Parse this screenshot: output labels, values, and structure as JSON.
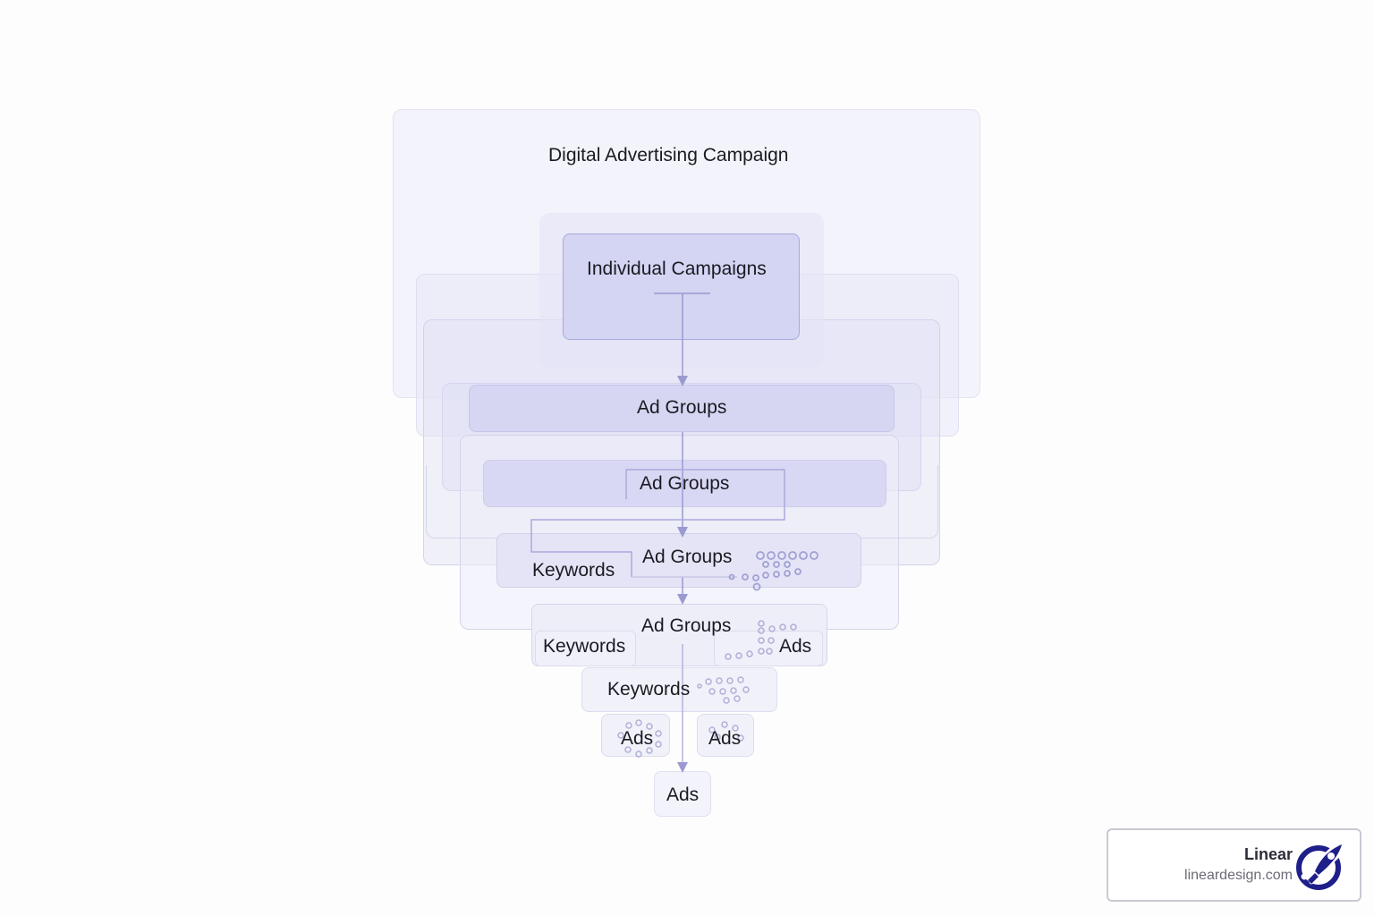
{
  "diagram": {
    "title": "Digital Advertising Campaign",
    "campaigns": "Individual Campaigns",
    "ad_groups_1": "Ad Groups",
    "ad_groups_2": "Ad Groups",
    "ad_groups_3": "Ad Groups",
    "ad_groups_4": "Ad Groups",
    "keywords_1": "Keywords",
    "keywords_2": "Keywords",
    "keywords_3": "Keywords",
    "ads_1": "Ads",
    "ads_2": "Ads",
    "ads_3": "Ads",
    "ads_4": "Ads"
  },
  "colors": {
    "accent": "#a9a9dc",
    "line": "#9a9ad0",
    "panel": "#f3f3fb",
    "logo_mark": "#1f1f8a"
  },
  "logo": {
    "name": "Linear",
    "url": "lineardesign.com",
    "icon": "rocket-icon"
  }
}
